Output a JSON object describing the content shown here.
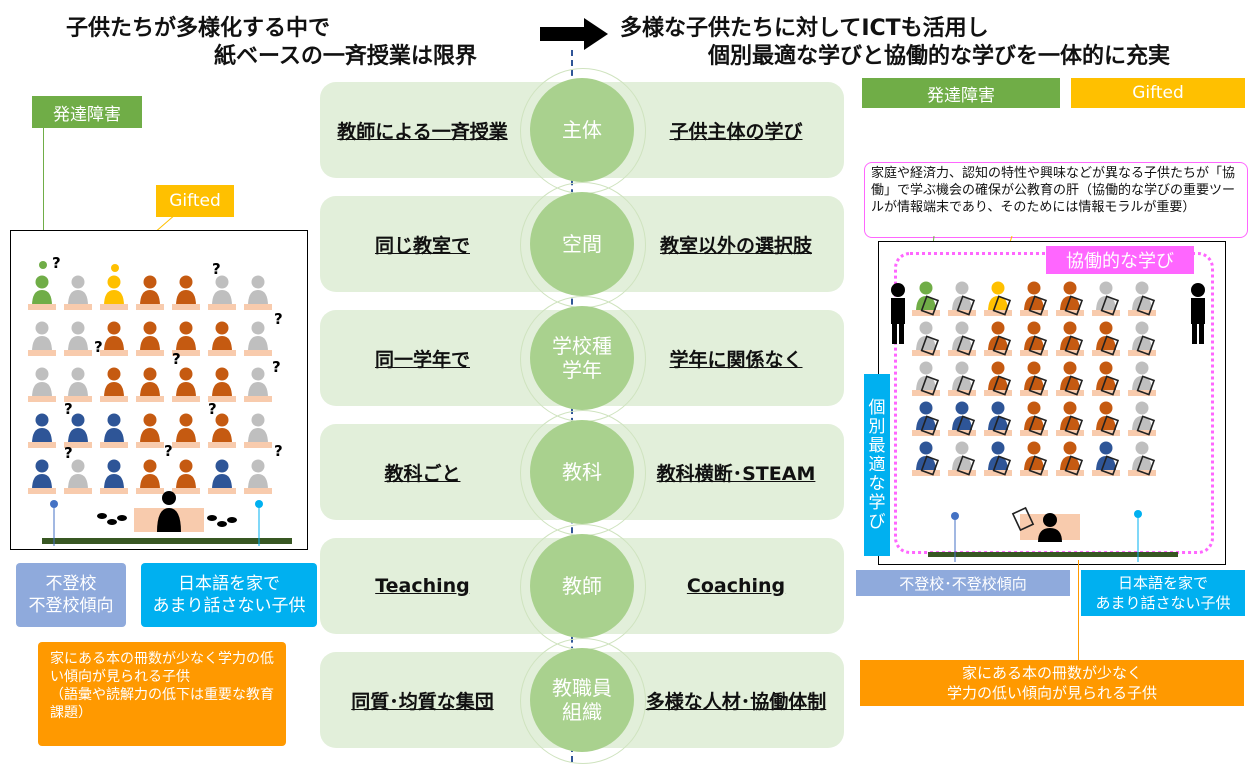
{
  "header": {
    "left_line1": "子供たちが多様化する中で",
    "left_line2": "紙ベースの一斉授業は限界",
    "right_line1": "多様な子供たちに対してICTも活用し",
    "right_line2": "個別最適な学びと協働的な学びを一体的に充実"
  },
  "left": {
    "tag_developmental": "発達障害",
    "tag_gifted": "Gifted",
    "tag_absent": "不登校\n不登校傾向",
    "tag_language": "日本語を家で\nあまり話さない子供",
    "note_books": "家にある本の冊数が少なく学力の低い傾向が見られる子供\n（語彙や読解力の低下は重要な教育課題）"
  },
  "center_rows": [
    {
      "left": "教師による一斉授業",
      "circle": "主体",
      "right": "子供主体の学び"
    },
    {
      "left": "同じ教室で",
      "circle": "空間",
      "right": "教室以外の選択肢"
    },
    {
      "left": "同一学年で",
      "circle": "学校種\n学年",
      "right": "学年に関係なく"
    },
    {
      "left": "教科ごと",
      "circle": "教科",
      "right": "教科横断･STEAM"
    },
    {
      "left": "Teaching",
      "circle": "教師",
      "right": "Coaching"
    },
    {
      "left": "同質･均質な集団",
      "circle": "教職員\n組織",
      "right": "多様な人材･協働体制"
    }
  ],
  "right": {
    "tag_developmental": "発達障害",
    "tag_gifted": "Gifted",
    "callout": "家庭や経済力、認知の特性や興味などが異なる子供たちが「協働」で学ぶ機会の確保が公教育の肝（協働的な学びの重要ツールが情報端末であり、そのためには情報モラルが重要）",
    "collab_label": "協働的な学び",
    "individual_label": "個\n別\n最\n適\nな\n学\nび",
    "tag_absent": "不登校･不登校傾向",
    "tag_language": "日本語を家で\nあまり話さない子供",
    "note_books": "家にある本の冊数が少なく\n学力の低い傾向が見られる子供"
  },
  "colors": {
    "green": "#70ad47",
    "gold": "#ffc000",
    "orange_person": "#c55a11",
    "blue_person": "#2e5597",
    "gray_person": "#bfbfbf",
    "desk": "#f8cbad",
    "cyan": "#00b0f0",
    "absent_blue": "#8faadc",
    "note_orange": "#ff9900",
    "magenta": "#ff66ff",
    "row_bg": "#e2efda",
    "circle": "#a9d18e"
  }
}
